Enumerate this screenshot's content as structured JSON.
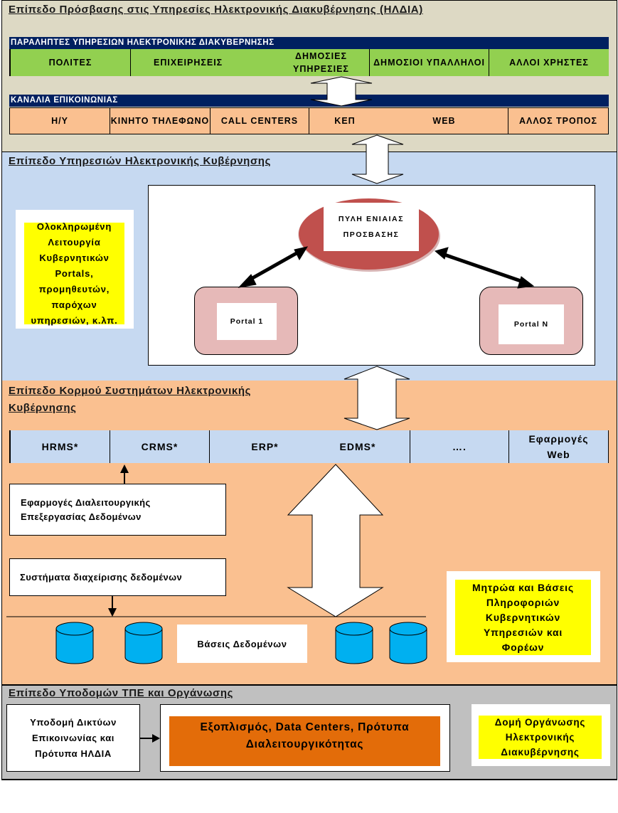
{
  "colors": {
    "access_layer_bg": "#ddd9c4",
    "services_layer_bg": "#c6d9f1",
    "core_layer_bg": "#fac090",
    "infra_layer_bg": "#c0c0c0",
    "header_bar": "#002060",
    "recipients_cells": "#92d050",
    "channels_cells": "#fac090",
    "systems_cells": "#c6d9f1",
    "portal_gate": "#c0504d",
    "portal_box": "#e6b9b8",
    "database": "#00b0f0",
    "highlight": "#ffff00",
    "equipment": "#e36c09"
  },
  "access_layer": {
    "title": "Επίπεδο Πρόσβασης στις Υπηρεσίες Ηλεκτρονικής Διακυβέρνησης (ΗΛΔΙΑ)",
    "recipients": {
      "header": "ΠΑΡΑΛΗΠΤΕΣ ΥΠΗΡΕΣΙΩΝ ΗΛΕΚΤΡΟΝΙΚΗΣ ΔΙΑΚΥΒΕΡΝΗΣΗΣ",
      "items": [
        "ΠΟΛΙΤΕΣ",
        "ΕΠΙΧΕΙΡΗΣΕΙΣ",
        "ΔΗΜΟΣΙΕΣ ΥΠΗΡΕΣΙΕΣ",
        "ΔΗΜΟΣΙΟΙ ΥΠΑΛΛΗΛΟΙ",
        "ΑΛΛΟΙ ΧΡΗΣΤΕΣ"
      ]
    },
    "channels": {
      "header": "ΚΑΝΑΛΙΑ ΕΠΙΚΟΙΝΩΝΙΑΣ",
      "items": [
        "Η/Υ",
        "ΚΙΝΗΤΟ ΤΗΛΕΦΩΝΟ",
        "CALL CENTERS",
        "ΚΕΠ",
        "WEB",
        "ΑΛΛΟΣ ΤΡΟΠΟΣ"
      ]
    }
  },
  "services_layer": {
    "title": "Επίπεδο Υπηρεσιών Ηλεκτρονικής Κυβέρνησης",
    "note": "Ολοκληρωμένη Λειτουργία Κυβερνητικών Portals, προμηθευτών, παρόχων υπηρεσιών, κ.λπ.",
    "gateway": "ΠΥΛΗ ΕΝΙΑΙΑΣ ΠΡΟΣΒΑΣΗΣ",
    "portals": [
      "Portal 1",
      "Portal N"
    ]
  },
  "core_layer": {
    "title": "Επίπεδο Κορμού Συστημάτων Ηλεκτρονικής Κυβέρνησης",
    "systems": [
      "HRMS*",
      "CRMS*",
      "ERP*",
      "EDMS*",
      "….",
      "Εφαρμογές Web"
    ],
    "interop_apps": "Εφαρμογές Διαλειτουργικής Επεξεργασίας Δεδομένων",
    "data_mgmt": "Συστήματα διαχείρισης δεδομένων",
    "databases_label": "Βάσεις Δεδομένων",
    "registries": "Μητρώα και Βάσεις Πληροφοριών Κυβερνητικών Υπηρεσιών και Φορέων"
  },
  "infra_layer": {
    "title": "Επίπεδο Υποδομών ΤΠΕ και Οργάνωσης",
    "network": "Υποδομή Δικτύων Επικοινωνίας και Πρότυπα ΗΛΔΙΑ",
    "equipment": "Εξοπλισμός, Data Centers, Πρότυπα Διαλειτουργικότητας",
    "organization": "Δομή Οργάνωσης Ηλεκτρονικής Διακυβέρνησης"
  }
}
